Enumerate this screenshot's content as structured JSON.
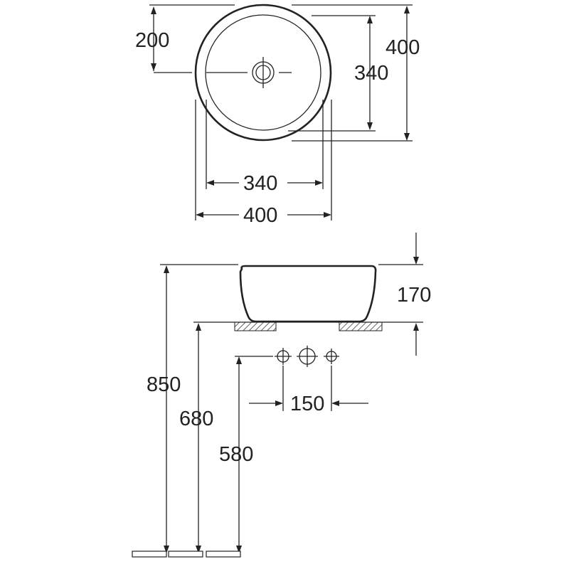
{
  "top_view": {
    "dim_200": "200",
    "dim_400_right": "400",
    "dim_340_right": "340",
    "dim_340_bottom": "340",
    "dim_400_bottom": "400"
  },
  "side_view": {
    "dim_170": "170",
    "dim_150": "150",
    "dim_850": "850",
    "dim_680": "680",
    "dim_580": "580"
  }
}
